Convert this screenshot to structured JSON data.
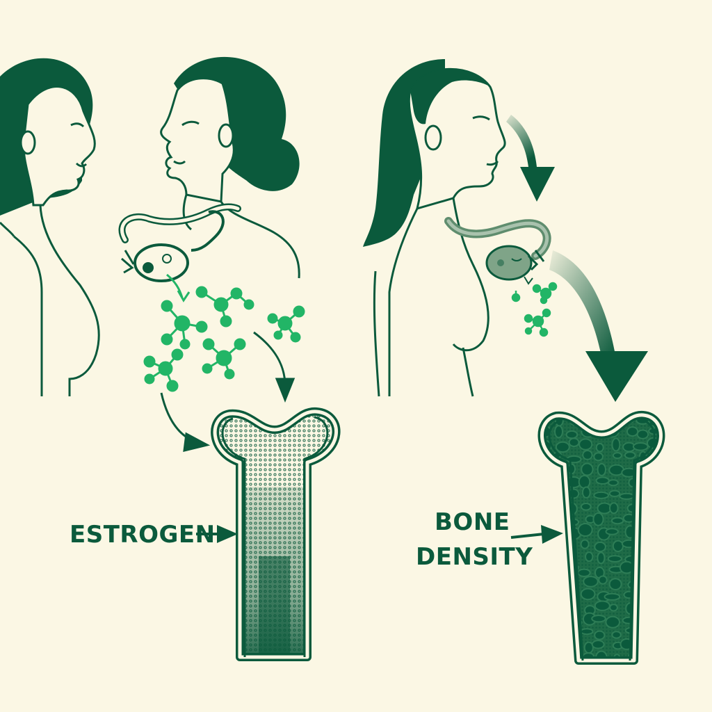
{
  "labels": {
    "estrogen": "ESTROGEN",
    "bone_line1": "BONE",
    "bone_line2": "DENSITY"
  },
  "colors": {
    "background": "#fbf7e4",
    "dark_green": "#0b5a3c",
    "bright_green": "#22b566",
    "muted_green": "#5f8d6e"
  },
  "icons": {
    "molecule": "molecule-icon",
    "arrow": "arrow-icon",
    "bone": "femur-bone-icon",
    "woman": "woman-profile-icon",
    "ovary": "ovary-icon"
  }
}
